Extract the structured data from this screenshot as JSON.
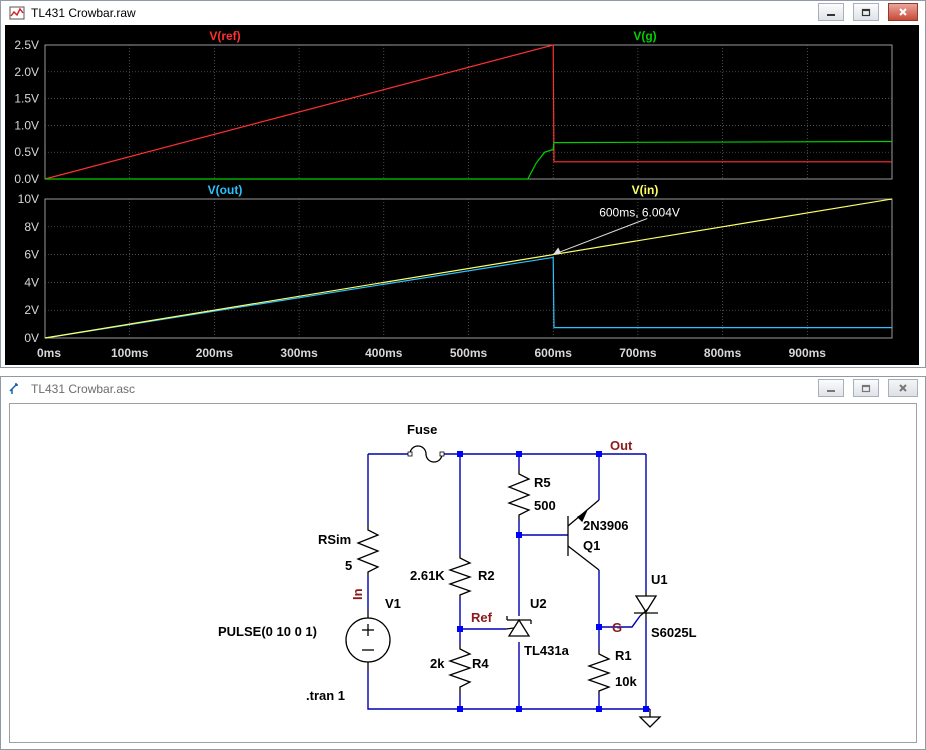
{
  "waveform_window": {
    "title": "TL431 Crowbar.raw",
    "icon": "waveform-icon"
  },
  "schematic_window": {
    "title": "TL431 Crowbar.asc",
    "icon": "schematic-icon"
  },
  "colors": {
    "vref": "#ff3030",
    "vg": "#00d000",
    "vout": "#29c3ff",
    "vin": "#ffff66",
    "wire": "#0000b0",
    "junction": "#0000ff",
    "net_label": "#8b1a1a"
  },
  "chart_data": [
    {
      "type": "line",
      "pane": "top",
      "ylim": [
        0,
        2.5
      ],
      "yticks": [
        "2.5V",
        "2.0V",
        "1.5V",
        "1.0V",
        "0.5V",
        "0.0V"
      ],
      "ytick_values": [
        2.5,
        2.0,
        1.5,
        1.0,
        0.5,
        0.0
      ],
      "xlim": [
        0,
        1000
      ],
      "grid": true,
      "series": [
        {
          "name": "V(ref)",
          "x": [
            0,
            600,
            600,
            601,
            1000
          ],
          "y": [
            0,
            2.5,
            2.5,
            0.32,
            0.32
          ]
        },
        {
          "name": "V(g)",
          "x": [
            0,
            570,
            580,
            590,
            600,
            601,
            1000
          ],
          "y": [
            0,
            0,
            0.3,
            0.5,
            0.55,
            0.68,
            0.7
          ]
        }
      ]
    },
    {
      "type": "line",
      "pane": "bottom",
      "ylim": [
        0,
        10
      ],
      "yticks": [
        "10V",
        "8V",
        "6V",
        "4V",
        "2V",
        "0V"
      ],
      "ytick_values": [
        10,
        8,
        6,
        4,
        2,
        0
      ],
      "xlim": [
        0,
        1000
      ],
      "xticks": [
        "0ms",
        "100ms",
        "200ms",
        "300ms",
        "400ms",
        "500ms",
        "600ms",
        "700ms",
        "800ms",
        "900ms"
      ],
      "xtick_values": [
        0,
        100,
        200,
        300,
        400,
        500,
        600,
        700,
        800,
        900
      ],
      "grid": true,
      "annotation": {
        "text": "600ms, 6.004V",
        "x": 600,
        "y": 6.004
      },
      "series": [
        {
          "name": "V(out)",
          "x": [
            0,
            600,
            600,
            601,
            1000
          ],
          "y": [
            0,
            5.8,
            5.8,
            0.75,
            0.75
          ]
        },
        {
          "name": "V(in)",
          "x": [
            0,
            1000
          ],
          "y": [
            0,
            10
          ]
        }
      ]
    }
  ],
  "schematic": {
    "fuse": "Fuse",
    "rsim_name": "RSim",
    "rsim_value": "5",
    "v1_name": "V1",
    "v1_value": "PULSE(0 10 0 1)",
    "in_label": "In",
    "out_label": "Out",
    "ref_label": "Ref",
    "g_label": "G",
    "r2_name": "R2",
    "r2_value": "2.61K",
    "r4_name": "R4",
    "r4_value": "2k",
    "r5_name": "R5",
    "r5_value": "500",
    "q1_name": "Q1",
    "q1_model": "2N3906",
    "u2_name": "U2",
    "u2_model": "TL431a",
    "u1_name": "U1",
    "u1_model": "S6025L",
    "r1_name": "R1",
    "r1_value": "10k",
    "directive": ".tran 1"
  }
}
